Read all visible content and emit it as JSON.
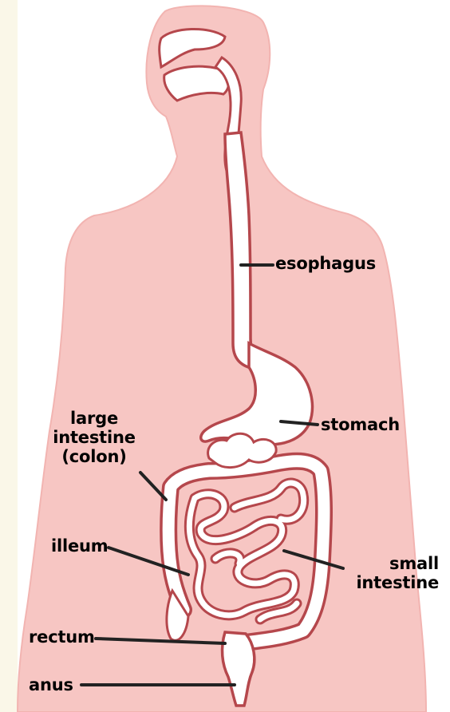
{
  "colors": {
    "page_background": "#faf7e8",
    "body_fill": "#f7c6c3",
    "organ_outline": "#b5474c",
    "organ_fill": "#ffffff",
    "leader_line": "#222222",
    "label_text": "#000000"
  },
  "labels": {
    "esophagus": "esophagus",
    "stomach": "stomach",
    "large_intestine": [
      "large",
      "intestine",
      "(colon)"
    ],
    "illeum": "illeum",
    "small_intestine": [
      "small",
      "intestine"
    ],
    "rectum": "rectum",
    "anus": "anus"
  }
}
